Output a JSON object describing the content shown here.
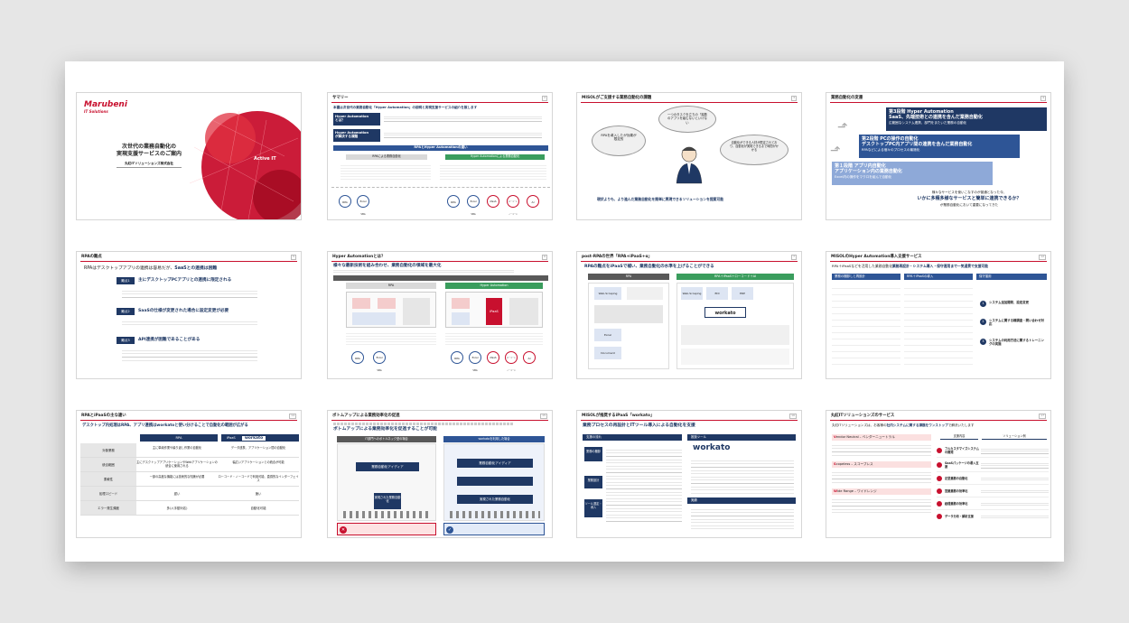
{
  "s1": {
    "brand": "Marubeni",
    "brand_sub": "IT Solutions",
    "title1": "次世代の業務自動化の",
    "title2": "実現支援サービスのご案内",
    "company": "丸紅ITソリューションズ株式会社",
    "tagline": "Active IT"
  },
  "s2": {
    "heading": "サマリー",
    "page": "2",
    "lead": "本書は次世代の業務自動化「Hyper Automation」の説明と実現支援サービスの紹介を致します",
    "label1a": "Hyper Automation",
    "label1b": "とは？",
    "label2a": "Hyper Automation",
    "label2b": "が解決する課題",
    "diff_title": "RPAとHyper Automationの違い",
    "left_tag": "RPAによる業務自動化",
    "right_tag": "Hyper Automationによる業務自動化",
    "nodes_left": [
      "RPA",
      "Excel VBA"
    ],
    "nodes_right": [
      "RPA",
      "Excel VBA",
      "iPaaS",
      "ローコード ノーコード",
      "AI"
    ]
  },
  "s3": {
    "heading": "MISOLがご支援する業務自動化の課題",
    "page": "3",
    "cloud1": "一つのタスクを立ちの「複数のアプリを組むないといけない",
    "cloud2": "RPAを導入したが効果が限定的",
    "cloud3": "自動化ができる人材が限定されており、自動化が実現できるまで時間がかかる",
    "footer": "現状よりも、より進んだ業務自動化を簡単に実現できるソリューションを提案可能"
  },
  "s4": {
    "heading": "業務自動化の変遷",
    "page": "4",
    "stage3_a": "第3段階 Hyper Automation",
    "stage3_b": "SaaS、先端技術との連携を含んだ業務自動化",
    "stage3_c": "広範囲なシステム連携、部門をまたいだ業務の自動化",
    "stage2_a": "第2段階 PCの操作の自動化",
    "stage2_b": "デスクトップPC内アプリ間の連携を含んだ業務自動化",
    "stage2_c": "RPAなどによる個々のプロセスの最適化",
    "stage1_a": "第１段階 アプリ内自動化",
    "stage1_b": "アプリケーション内の業務自動化",
    "stage1_c": "Excel内の操作をマクロを組んで自動化",
    "q1": "様々なサービスを使いこなすのが普通となった今、",
    "q2": "いかに多種多様なサービスと簡単に連携できるか？",
    "q3": "が業務自動化において重要になってきた"
  },
  "s5": {
    "heading": "RPAの難点",
    "page": "5",
    "lead_a": "RPAはデスクトップアプリの連携は容易だが、",
    "lead_b": "SaaSとの連携は困難",
    "p1_tag": "難点1",
    "p1": "主にデスクトップPCアプリとの連携に限定される",
    "p2_tag": "難点2",
    "p2": "SaaSの仕様が変更された場合に設定変更が必要",
    "p3_tag": "難点3",
    "p3": "API連携が困難であることがある"
  },
  "s6": {
    "heading": "Hyper Automationとは？",
    "page": "6",
    "lead_a": "様々な最新技術を組み合わせ、",
    "lead_b": "業務自動化の領域を最大化",
    "left_tag": "RPA",
    "right_tag": "Hyper Automation",
    "core": "iPaaS",
    "nodes_left": [
      "RPA",
      "Excel VBA"
    ],
    "nodes_right": [
      "RPA",
      "Excel VBA",
      "iPaaS",
      "ローコード ノーコード",
      "AI"
    ]
  },
  "s7": {
    "heading": "post-RPAの世界「RPA+iPaaS+α」",
    "page": "7",
    "lead": "RPAの難点をiPaaSで補い、業務自動化の水準を上げることができる",
    "left_tag": "RPA",
    "right_tag": "RPA＋iPaaS＋ローコード＋AI",
    "logo": "workato",
    "cats": [
      "Web-Scraping",
      "EDI",
      "ERP",
      "Excel",
      "Document"
    ]
  },
  "s8": {
    "heading": "MISOLのHyper Automation導入支援サービス",
    "page": "12",
    "lead_a": "RPA＋iPaaSなどを活用した業務自動化",
    "lead_b": "業務再設計・システム導入・保守運用まで一気通貫で支援可能",
    "col1": "業務の棚卸しと再設計",
    "col2": "RPA＋iPaaSの導入",
    "col3": "保守運用",
    "items": [
      "システム追加開発、設定変更",
      "システムに関する精調査・問い合わせ対応",
      "システムの利用方法に関するトレーニングの実施"
    ]
  },
  "s9": {
    "heading": "RPAとiPaaSの主な違い",
    "page": "14",
    "lead_a": "デスクトップ内処理はRPA、アプリ連携はworkatoと使い分けることで自動化の範囲が広がる",
    "col_rpa": "RPA",
    "col_ipaas": "iPaaS",
    "logo": "workato",
    "rows": [
      {
        "h": "対象業務",
        "a": "主に単純作業や繰り返し作業の自動化",
        "b": "データ連携、アプリケーション間の自動化"
      },
      {
        "h": "統合範囲",
        "a": "主にデスクトップアプリケーションやWebアプリケーションの統合に使用される",
        "b": "幅広いアプリケーションとの統合が可能"
      },
      {
        "h": "柔軟性",
        "a": "一部の高度な機能には技術的な知識が必要",
        "b": "ローコード・ノーコードで利用可能、直感的なインターフェイス"
      },
      {
        "h": "処理スピード",
        "a": "遅い",
        "b": "速い"
      },
      {
        "h": "エラー発生頻度",
        "a": "多い(手動対応)",
        "b": "自動化可能"
      }
    ]
  },
  "s10": {
    "heading": "ボトムアップによる業務効率化の促進",
    "page": "15",
    "lead": "ボトムアップによる業務効率化を促進することが可能",
    "left_tag": "IT部門へのボトルネック型の場合",
    "right_tag": "workatoを利用した場合",
    "idea": "業務自動化アイディア",
    "done": "実現された業務自動化"
  },
  "s11": {
    "heading": "MISOLが推奨するiPaaS「workato」",
    "page": "16",
    "lead": "業務プロセスの再設計とITツール導入による自動化を支援",
    "step1": "業務の棚卸",
    "step2": "業務設計",
    "step3": "ツール選定・導入",
    "logo": "workato",
    "section1": "支援の流れ",
    "section2": "推奨ツール",
    "section3": "実績"
  },
  "s12": {
    "heading": "丸紅ITソリューションズのサービス",
    "page": "17",
    "lead_a": "丸紅ITソリューションズは、お客様の",
    "lead_b": "社内システムに関する課題をワンストップ",
    "lead_c": "で解決いたします",
    "band1": "endor Neutral – ベンダーニュートラル",
    "band2": "copeless – スコープレス",
    "band3": "ide Range – ワイドレンジ",
    "band1_letter": "V",
    "band2_letter": "S",
    "band3_letter": "W",
    "col_a": "支援内容",
    "col_b": "ソリューション例",
    "services": [
      "フルカスタマイズシステムの開発",
      "SaaSパッケージの導入支援",
      "定型業務の自動化",
      "営業業務の効率化",
      "経理業務の効率化",
      "データ分析・解析支援"
    ]
  },
  "colors": {
    "red": "#c8102e",
    "navy": "#1f3864",
    "blue": "#2e5596",
    "green": "#3a9d5d"
  }
}
